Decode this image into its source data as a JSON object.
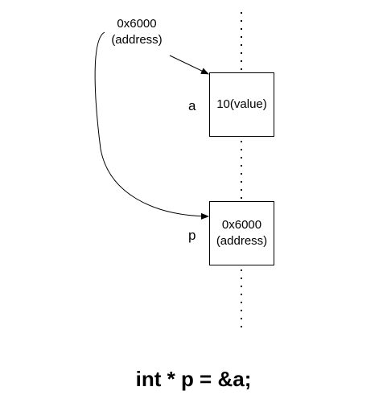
{
  "pointer_label": {
    "line1": "0x6000",
    "line2": "(address)"
  },
  "variables": [
    {
      "name": "a",
      "content_line1": "10(value)",
      "content_line2": ""
    },
    {
      "name": "p",
      "content_line1": "0x6000",
      "content_line2": "(address)"
    }
  ],
  "code": "int * p = &a;",
  "colors": {
    "stroke": "#000000",
    "background": "#ffffff"
  }
}
